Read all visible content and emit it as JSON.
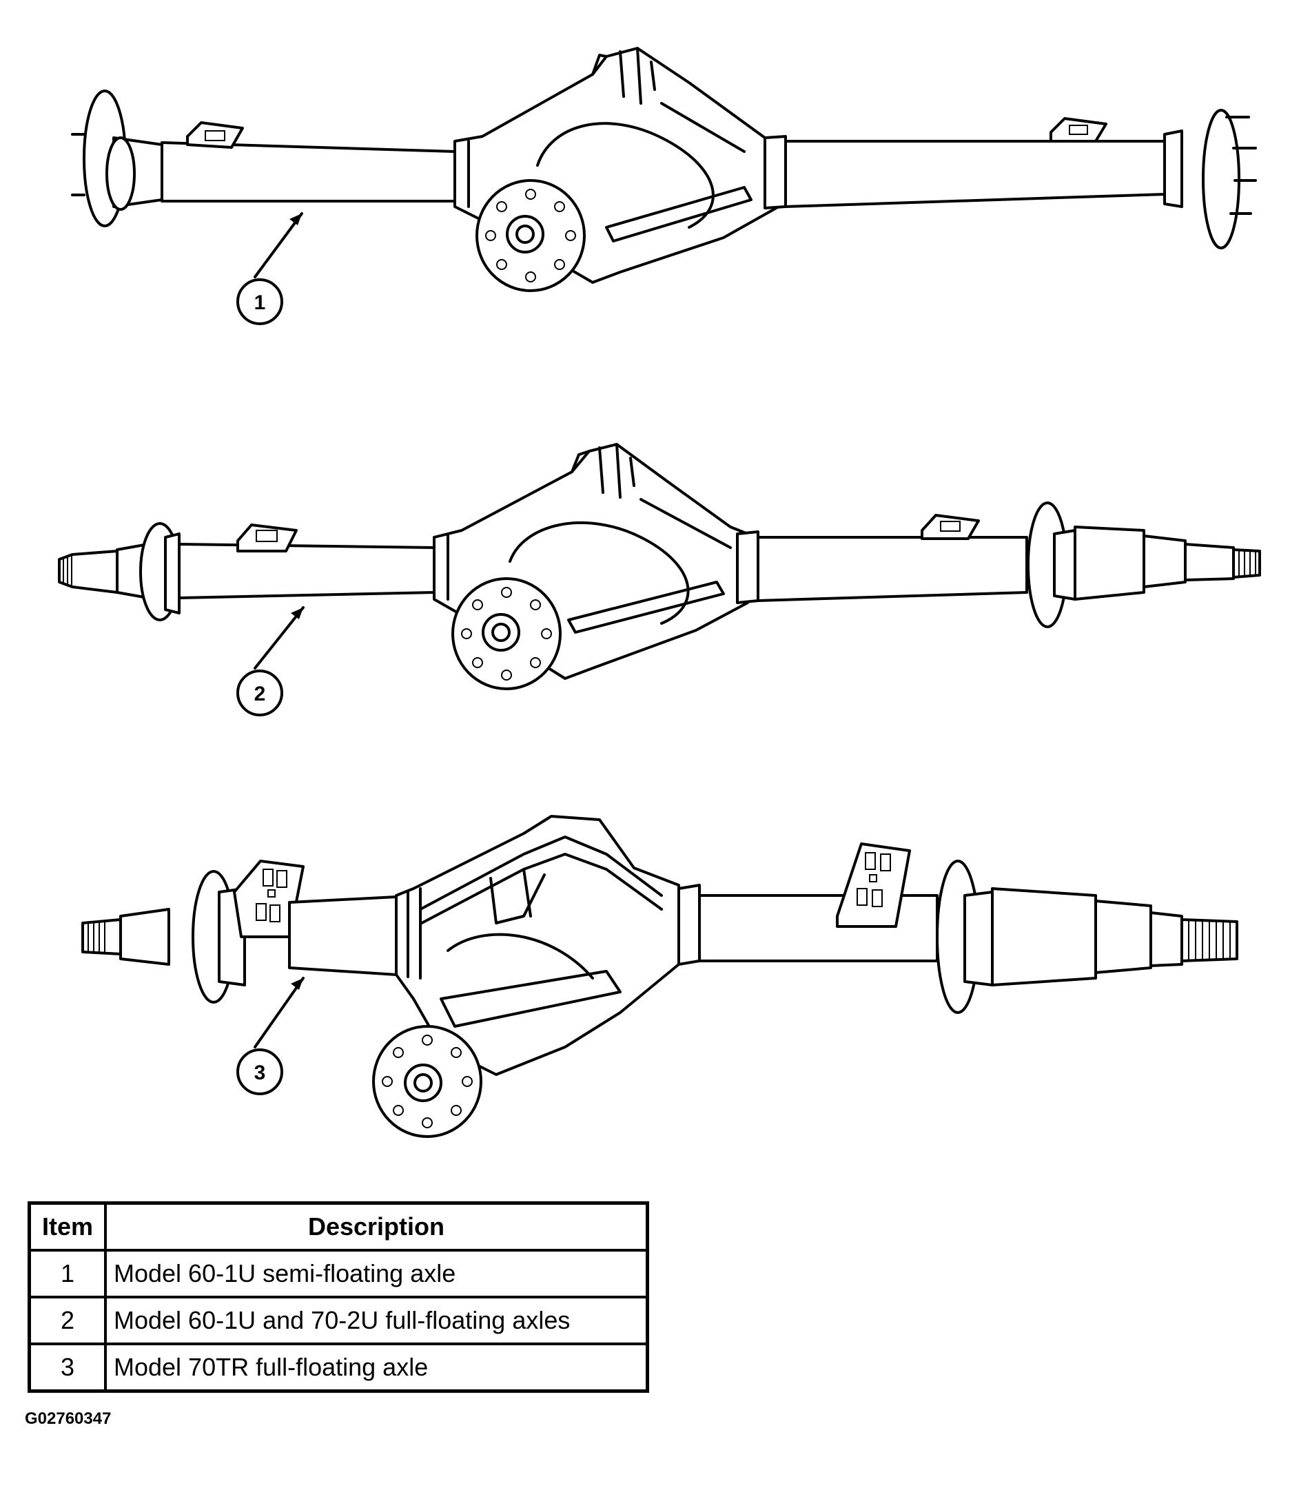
{
  "callouts": [
    "1",
    "2",
    "3"
  ],
  "legend": {
    "headers": {
      "item": "Item",
      "description": "Description"
    },
    "rows": [
      {
        "item": "1",
        "description": "Model 60-1U semi-floating axle"
      },
      {
        "item": "2",
        "description": "Model 60-1U and 70-2U full-floating axles"
      },
      {
        "item": "3",
        "description": "Model 70TR full-floating axle"
      }
    ]
  },
  "figure_id": "G02760347"
}
